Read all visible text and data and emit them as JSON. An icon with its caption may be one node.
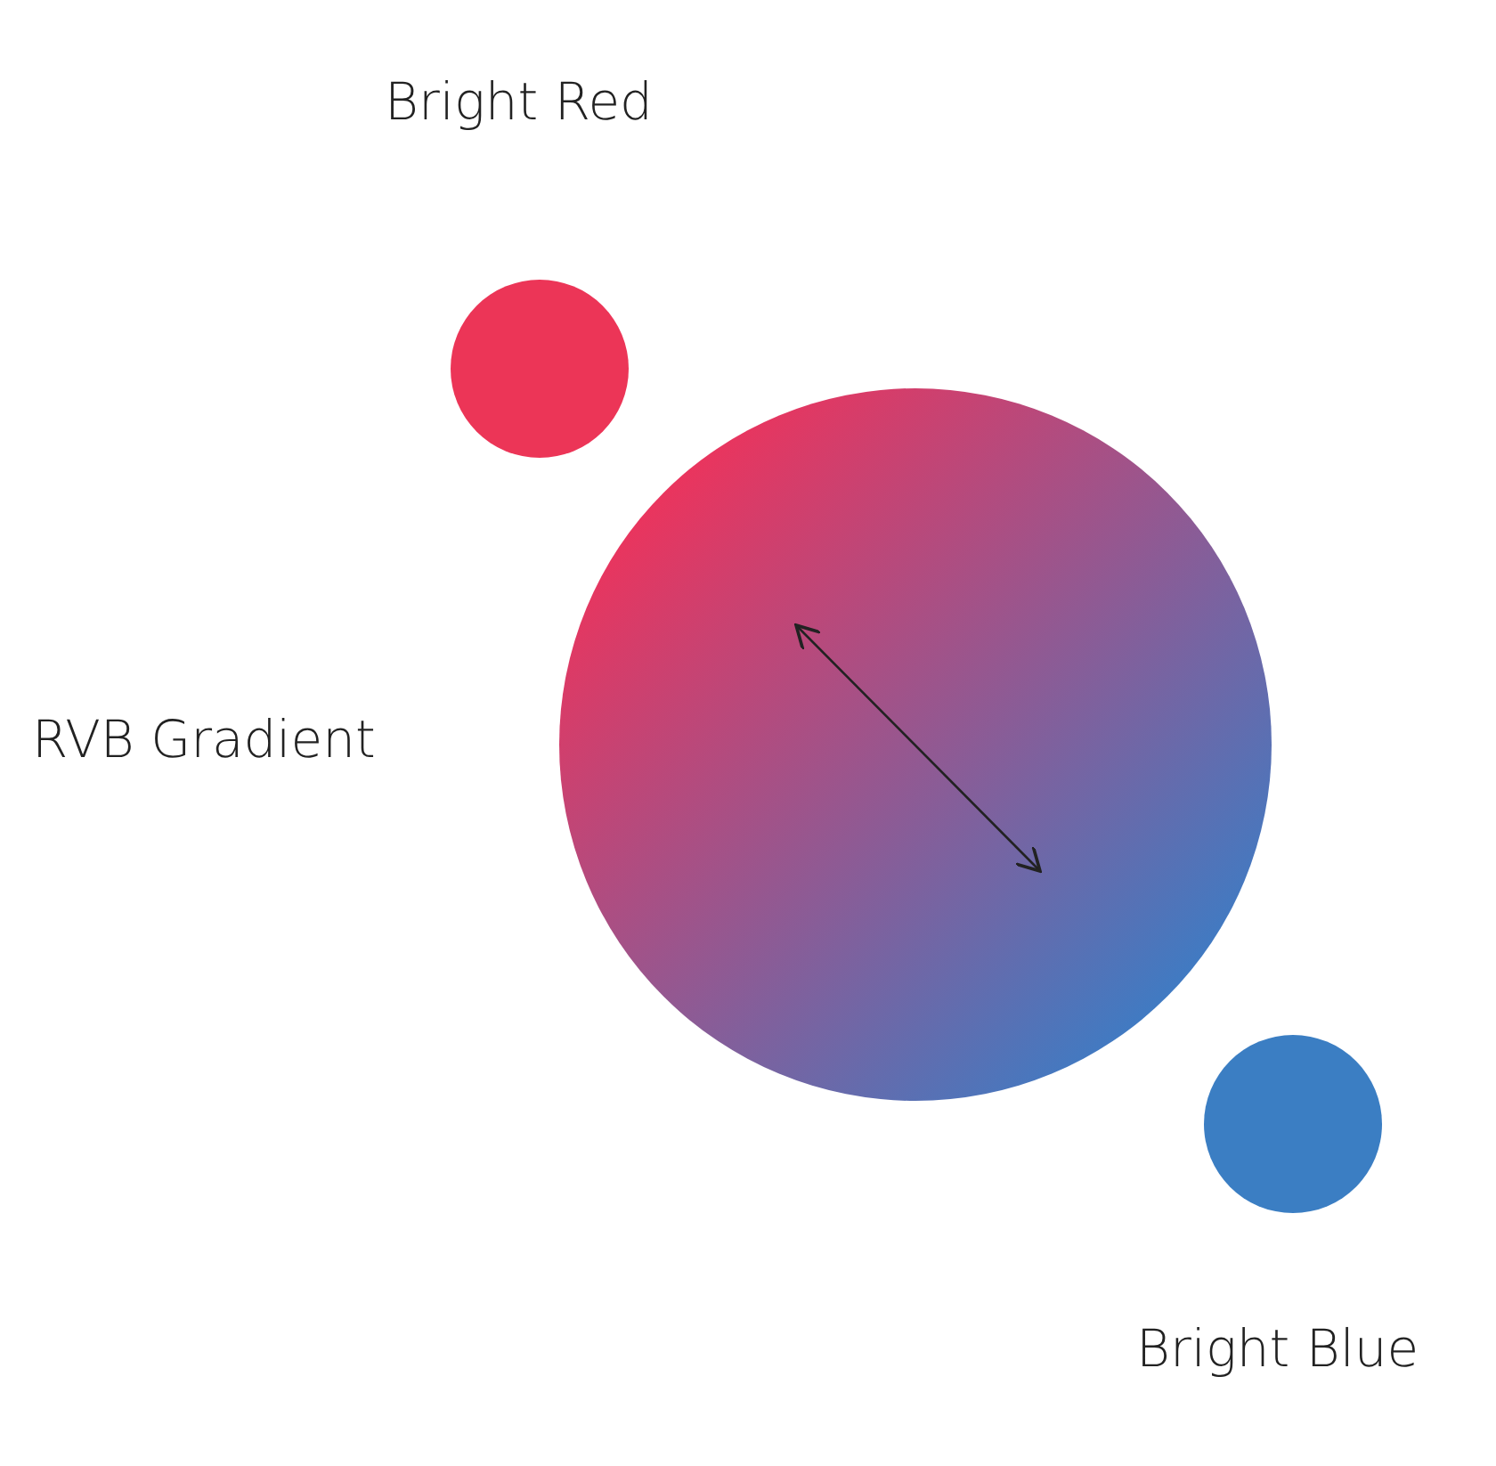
{
  "diagram": {
    "nodes": [
      {
        "text": [],
        "shape": "circle",
        "beside": [
          "Bright Red"
        ]
      },
      {
        "text": [],
        "shape": "circle",
        "beside": [
          "RVB Gradient"
        ]
      },
      {
        "text": [],
        "shape": "circle",
        "beside": [
          "Bright Blue"
        ]
      }
    ]
  }
}
